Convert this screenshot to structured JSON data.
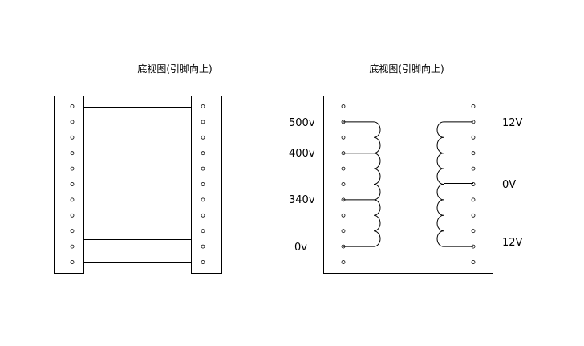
{
  "left_diagram": {
    "title": "底视图(引脚向上)"
  },
  "right_diagram": {
    "title": "底视图(引脚向上)",
    "primary_labels": [
      "500v",
      "400v",
      "340v",
      "0v"
    ],
    "secondary_labels": [
      "12V",
      "0V",
      "12V"
    ]
  }
}
